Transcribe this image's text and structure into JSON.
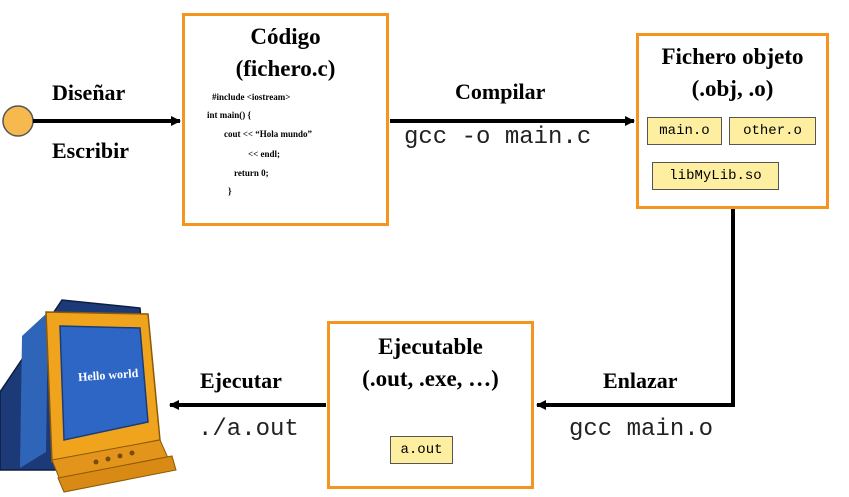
{
  "left": {
    "design_label": "Diseñar",
    "write_label": "Escribir"
  },
  "source_box": {
    "title_line1": "Código",
    "title_line2": "(fichero.c)",
    "code_lines": [
      "#include <iostream>",
      "int main() {",
      "cout << “Hola mundo”",
      "<< endl;",
      "return 0;",
      "}"
    ]
  },
  "compile": {
    "label": "Compilar",
    "command": "gcc -o main.c"
  },
  "object_box": {
    "title_line1": "Fichero objeto",
    "title_line2": "(.obj, .o)",
    "files": [
      "main.o",
      "other.o",
      "libMyLib.so"
    ]
  },
  "link": {
    "label": "Enlazar",
    "command": "gcc main.o"
  },
  "exec_box": {
    "title_line1": "Ejecutable",
    "title_line2": "(.out, .exe, …)",
    "file": "a.out"
  },
  "run": {
    "label": "Ejecutar",
    "command": "./a.out"
  },
  "monitor": {
    "screen_text": "Hello world"
  },
  "colors": {
    "box_border": "#f5941e",
    "chip_fill": "#fdeea0",
    "scroll_fill": "#fce58e",
    "start_dot": "#f6b94e"
  }
}
